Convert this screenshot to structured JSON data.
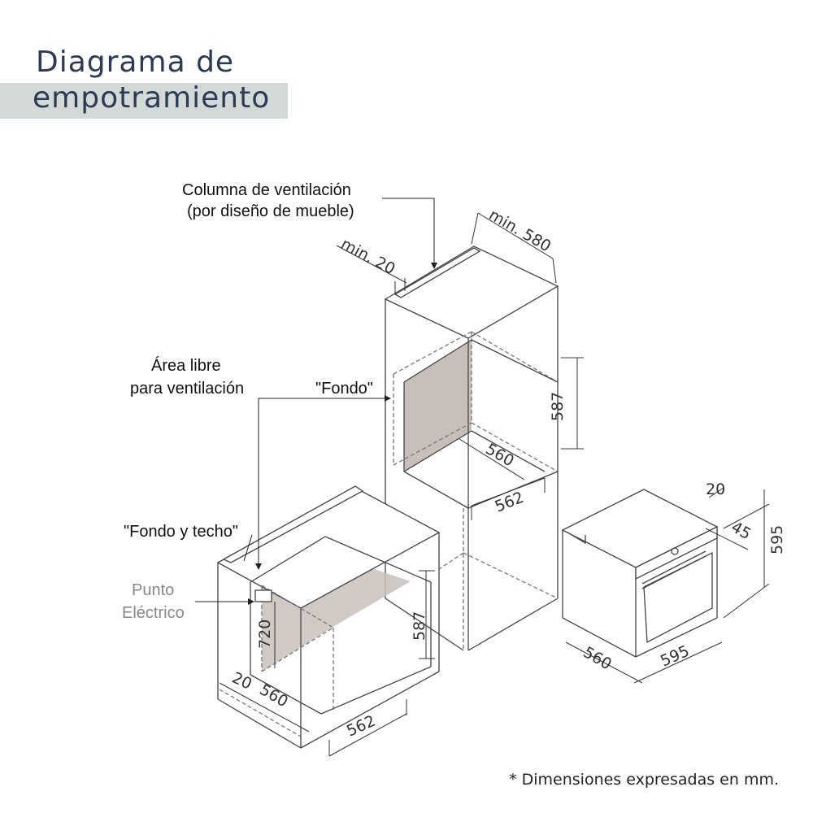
{
  "title": {
    "line1": "Diagrama de",
    "line2": "empotramiento"
  },
  "labels": {
    "vent_column_1": "Columna de ventilación",
    "vent_column_2": "(por diseño de mueble)",
    "free_area_1": "Área libre",
    "free_area_2": "para ventilación",
    "fondo": "\"Fondo\"",
    "fondo_techo": "\"Fondo y techo\"",
    "punto_1": "Punto",
    "punto_2": "Eléctrico"
  },
  "dimensions": {
    "tall": {
      "min_depth": "min. 580",
      "min_gap": "min. 20",
      "height": "587",
      "inner_width": "560",
      "outer_width": "562"
    },
    "under": {
      "gap": "20",
      "height_720": "720",
      "height": "587",
      "inner_width": "560",
      "outer_width": "562"
    },
    "oven": {
      "top": "20",
      "door": "45",
      "height": "595",
      "depth": "560",
      "width": "595"
    }
  },
  "footnote": "* Dimensiones expresadas en mm."
}
